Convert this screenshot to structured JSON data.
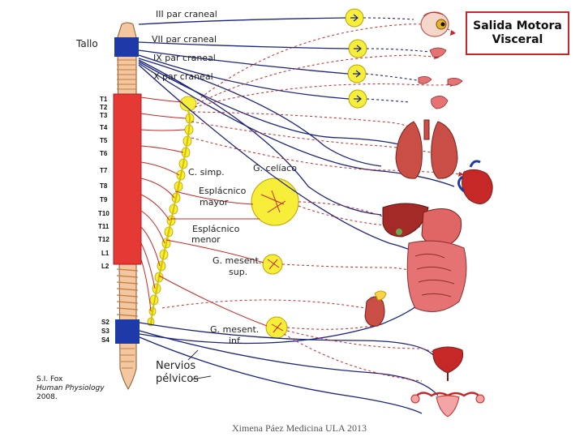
{
  "title": {
    "line1": "Salida Motora",
    "line2": "Visceral"
  },
  "labels": {
    "cranial_iii": "III par craneal",
    "cranial_vii": "VII par craneal",
    "cranial_ix": "IX par craneal",
    "cranial_x": "X par craneal",
    "tallo": "Tallo",
    "cadena": "C. simp.",
    "celiaco": "G. celíaco",
    "esplacnico_mayor_1": "Esplácnico",
    "esplacnico_mayor_2": "mayor",
    "esplacnico_menor_1": "Esplácnico",
    "esplacnico_menor_2": "menor",
    "mesent_sup_1": "G. mesent.",
    "mesent_sup_2": "sup.",
    "mesent_inf_1": "G. mesent.",
    "mesent_inf_2": "inf.",
    "nervios_1": "Nervios",
    "nervios_2": "pélvicos"
  },
  "segments": [
    "T1",
    "T2",
    "T3",
    "T4",
    "T5",
    "T6",
    "T7",
    "T8",
    "T9",
    "T10",
    "T11",
    "T12",
    "L1",
    "L2",
    "S2",
    "S3",
    "S4"
  ],
  "credit": {
    "line1": "S.I. Fox",
    "line2": "Human Physiology",
    "line3": "2008."
  },
  "footer": "Ximena Páez Medicina ULA 2013",
  "colors": {
    "nerve_blue": "#1a237e",
    "nerve_red": "#c62828",
    "ganglion_yellow": "#f7ee3a",
    "cord_red": "#e53935",
    "cord_blue": "#1e3aa8",
    "title_border": "#c62828"
  },
  "icons": [
    "eye-icon",
    "salivary-gland-icon",
    "lung-icon",
    "heart-icon",
    "stomach-icon",
    "liver-icon",
    "intestine-icon",
    "kidney-icon",
    "bladder-icon",
    "uterus-icon"
  ]
}
